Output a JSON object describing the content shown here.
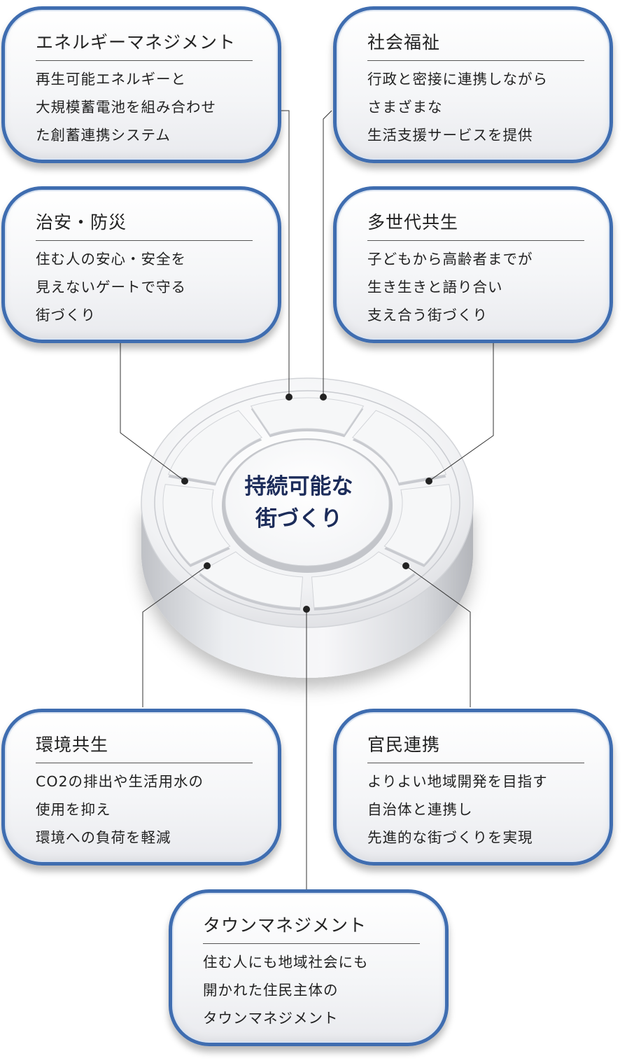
{
  "center": {
    "line1": "持続可能な",
    "line2": "街づくり"
  },
  "colors": {
    "card_border": "#3f6db0",
    "center_text": "#1c2c5a"
  },
  "cards": [
    {
      "title": "エネルギーマネジメント",
      "lines": [
        "再生可能エネルギーと",
        "大規模蓄電池を組み合わせ",
        "た創蓄連携システム"
      ]
    },
    {
      "title": "社会福祉",
      "lines": [
        "行政と密接に連携しながら",
        "さまざまな",
        "生活支援サービスを提供"
      ]
    },
    {
      "title": "治安・防災",
      "lines": [
        "住む人の安心・安全を",
        "見えないゲートで守る",
        "街づくり"
      ]
    },
    {
      "title": "多世代共生",
      "lines": [
        "子どもから高齢者までが",
        "生き生きと語り合い",
        "支え合う街づくり"
      ]
    },
    {
      "title": "環境共生",
      "lines": [
        "CO2の排出や生活用水の",
        "使用を抑え",
        "環境への負荷を軽減"
      ]
    },
    {
      "title": "官民連携",
      "lines": [
        "よりよい地域開発を目指す",
        "自治体と連携し",
        "先進的な街づくりを実現"
      ]
    },
    {
      "title": "タウンマネジメント",
      "lines": [
        "住む人にも地域社会にも",
        "開かれた住民主体の",
        "タウンマネジメント"
      ]
    }
  ]
}
